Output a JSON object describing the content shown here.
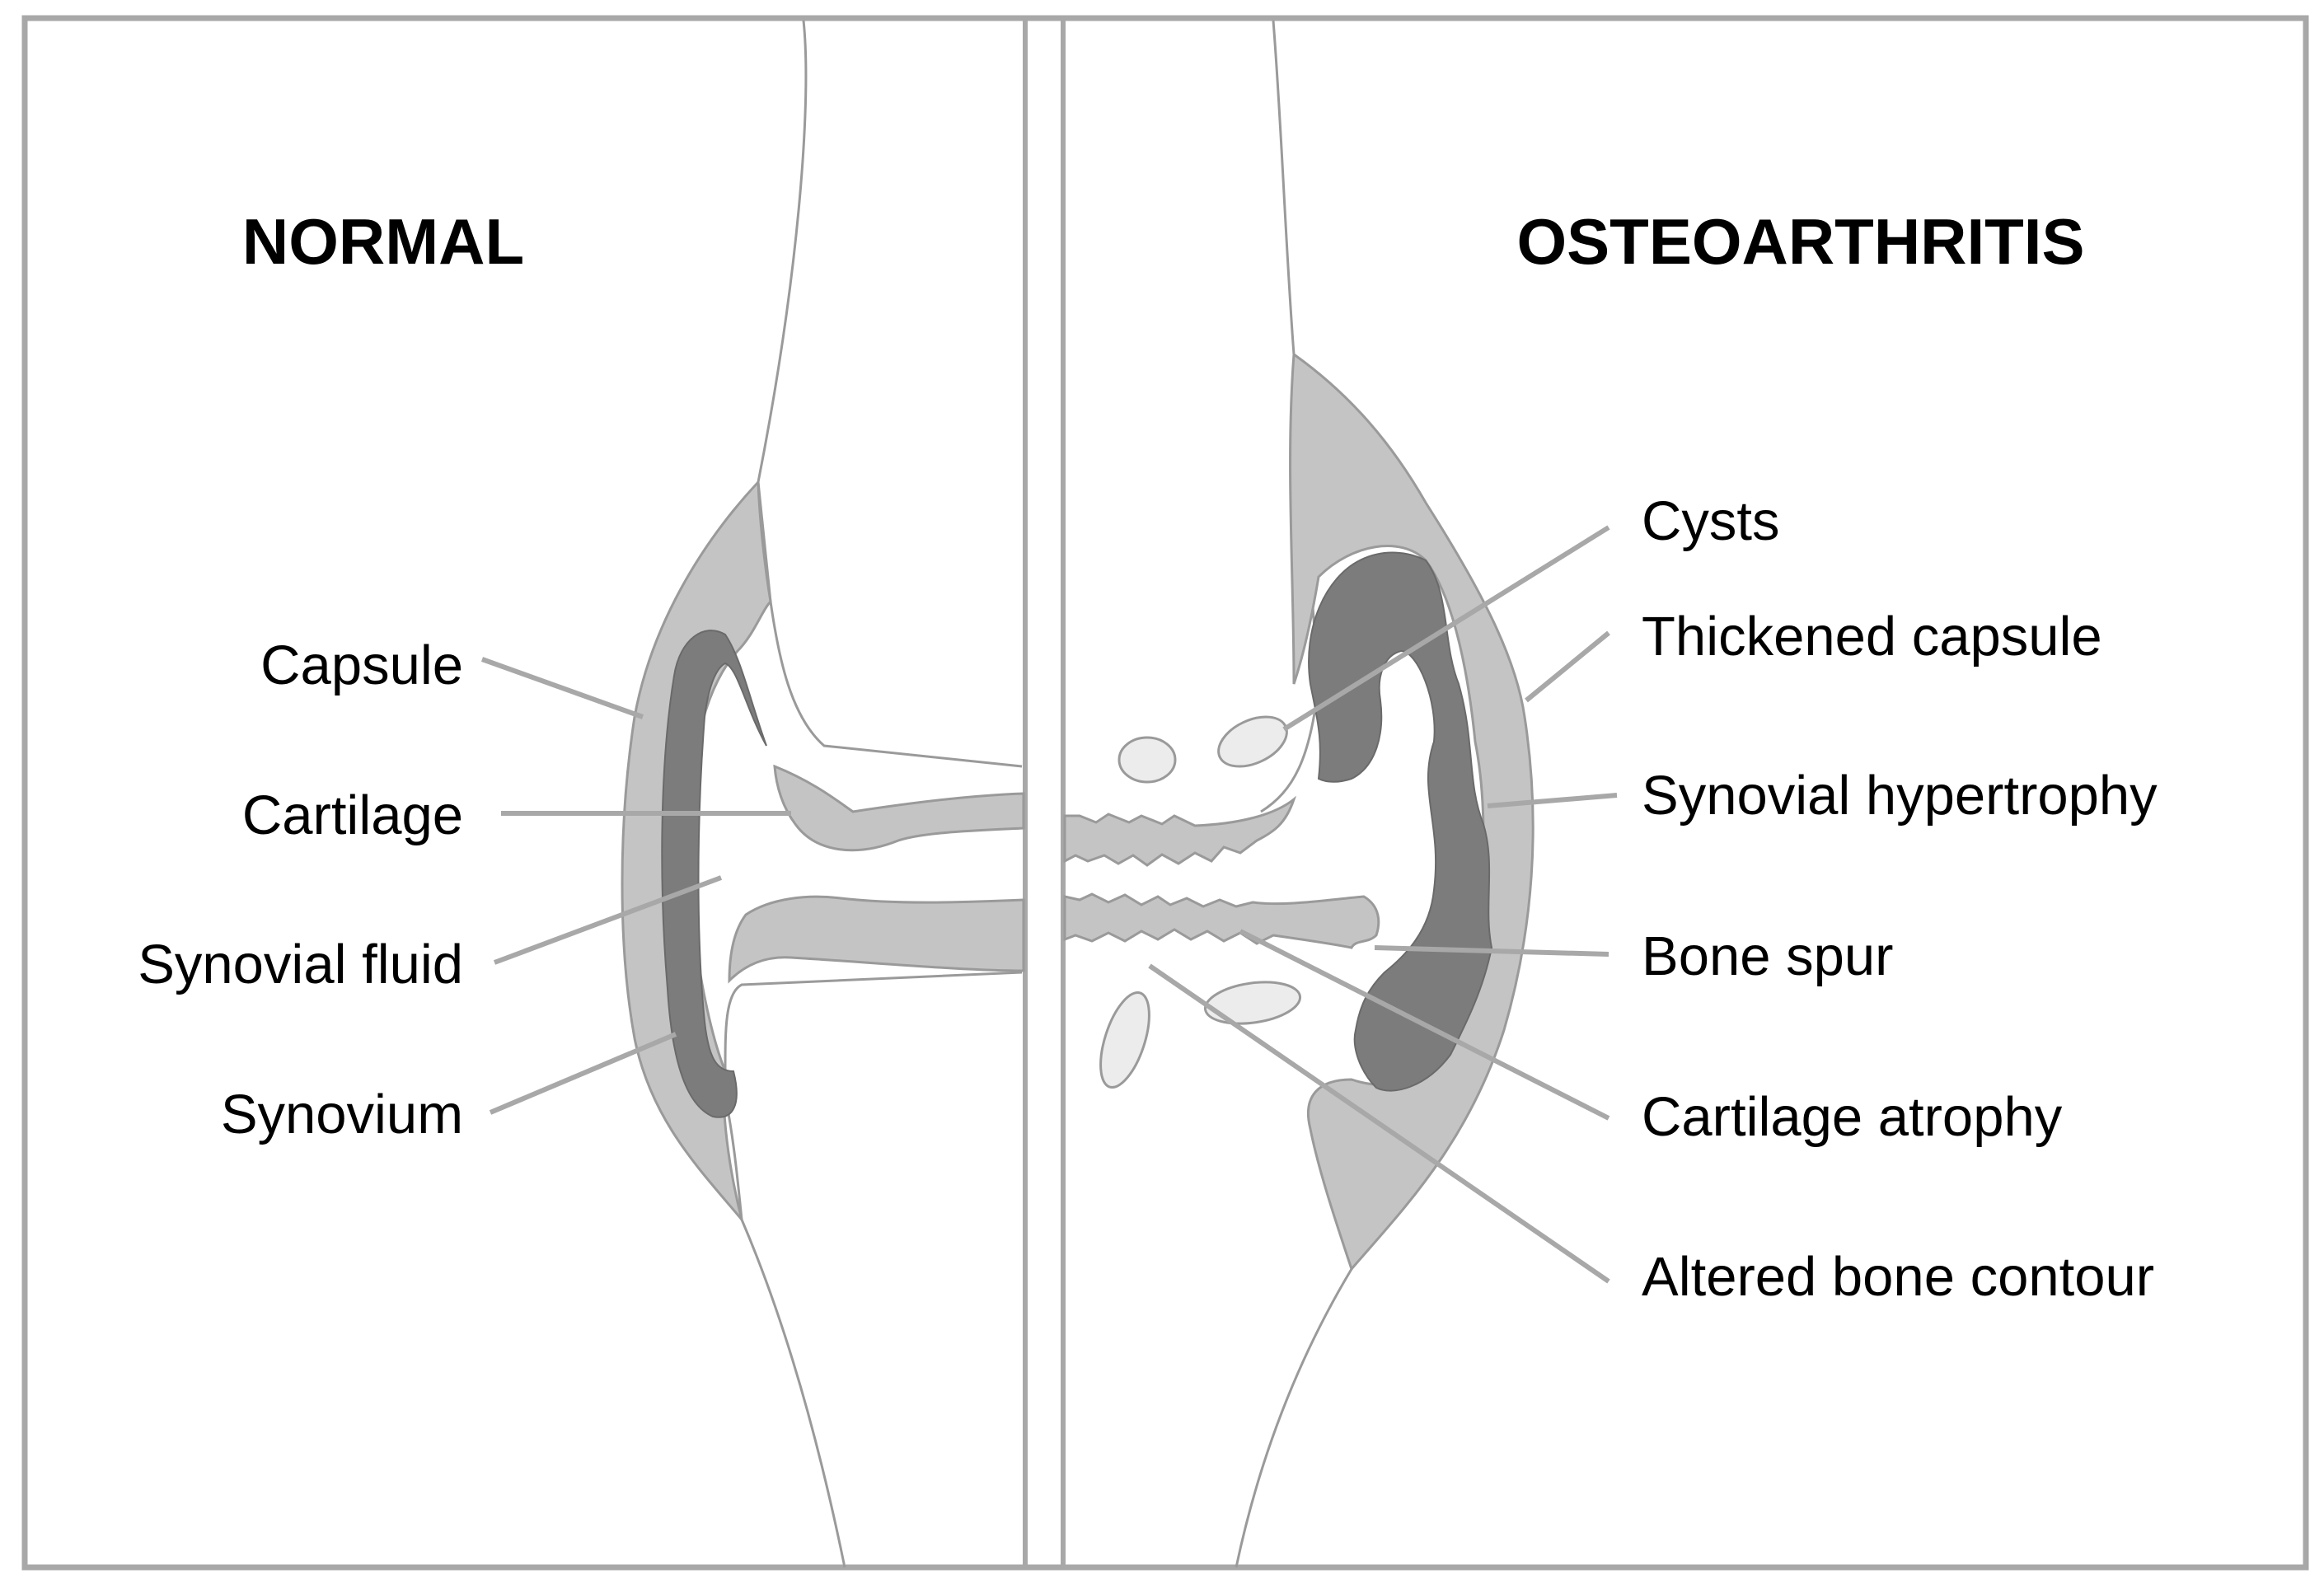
{
  "panels": {
    "normal": {
      "title": "NORMAL",
      "labels": {
        "capsule": "Capsule",
        "cartilage": "Cartilage",
        "synovial_fluid": "Synovial fluid",
        "synovium": "Synovium"
      }
    },
    "osteoarthritis": {
      "title": "OSTEOARTHRITIS",
      "labels": {
        "cysts": "Cysts",
        "thickened_capsule": "Thickened capsule",
        "synovial_hypertrophy": "Synovial hypertrophy",
        "bone_spur": "Bone spur",
        "cartilage_atrophy": "Cartilage atrophy",
        "altered_bone_contour": "Altered bone contour"
      }
    }
  },
  "colors": {
    "frame": "#a8a8a8",
    "capsule": "#c4c4c4",
    "synovium": "#7c7c7c",
    "cyst": "#ececec",
    "outline": "#9a9a9a"
  }
}
